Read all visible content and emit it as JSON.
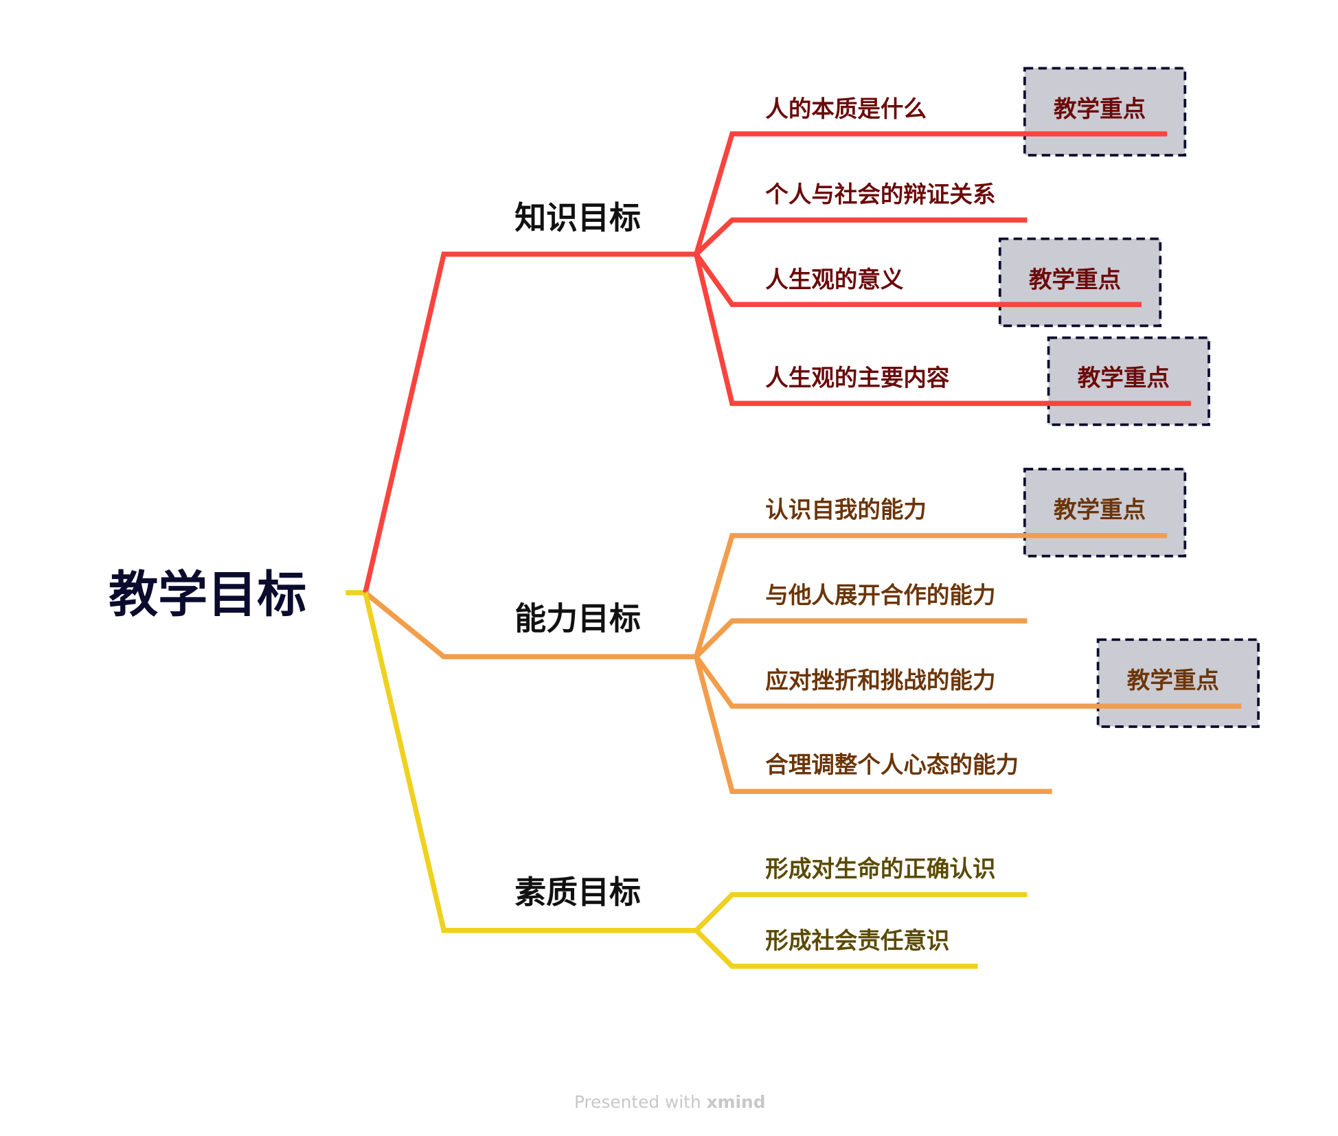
{
  "root": {
    "label": "教学目标"
  },
  "branches": [
    {
      "label": "知识目标",
      "color": "#f8443e",
      "children": [
        {
          "label": "人的本质是什么",
          "tag": "教学重点"
        },
        {
          "label": "个人与社会的辩证关系"
        },
        {
          "label": "人生观的意义",
          "tag": "教学重点"
        },
        {
          "label": "人生观的主要内容",
          "tag": "教学重点"
        }
      ]
    },
    {
      "label": "能力目标",
      "color": "#f29d4b",
      "children": [
        {
          "label": "认识自我的能力",
          "tag": "教学重点"
        },
        {
          "label": "与他人展开合作的能力"
        },
        {
          "label": "应对挫折和挑战的能力",
          "tag": "教学重点"
        },
        {
          "label": "合理调整个人心态的能力"
        }
      ]
    },
    {
      "label": "素质目标",
      "color": "#efd11f",
      "children": [
        {
          "label": "形成对生命的正确认识"
        },
        {
          "label": "形成社会责任意识"
        }
      ]
    }
  ],
  "footer": {
    "prefix": "Presented with",
    "brand": "xmind"
  }
}
